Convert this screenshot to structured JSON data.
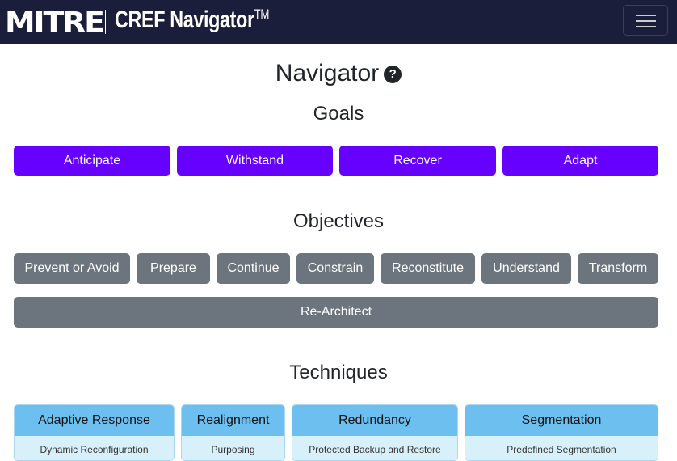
{
  "navbar": {
    "logo": "MITRE",
    "brand": "CREF Navigator",
    "trademark": "TM",
    "menu_icon": "hamburger-icon"
  },
  "page": {
    "title": "Navigator",
    "help_icon": "?"
  },
  "goals": {
    "heading": "Goals",
    "items": [
      "Anticipate",
      "Withstand",
      "Recover",
      "Adapt"
    ],
    "color": "#6600ff"
  },
  "objectives": {
    "heading": "Objectives",
    "items": [
      "Prevent or Avoid",
      "Prepare",
      "Continue",
      "Constrain",
      "Reconstitute",
      "Understand",
      "Transform",
      "Re-Architect"
    ],
    "color": "#6c757d"
  },
  "techniques": {
    "heading": "Techniques",
    "cards": [
      {
        "title": "Adaptive Response",
        "approach": "Dynamic Reconfiguration"
      },
      {
        "title": "Realignment",
        "approach": "Purposing"
      },
      {
        "title": "Redundancy",
        "approach": "Protected Backup and Restore"
      },
      {
        "title": "Segmentation",
        "approach": "Predefined Segmentation"
      }
    ]
  }
}
